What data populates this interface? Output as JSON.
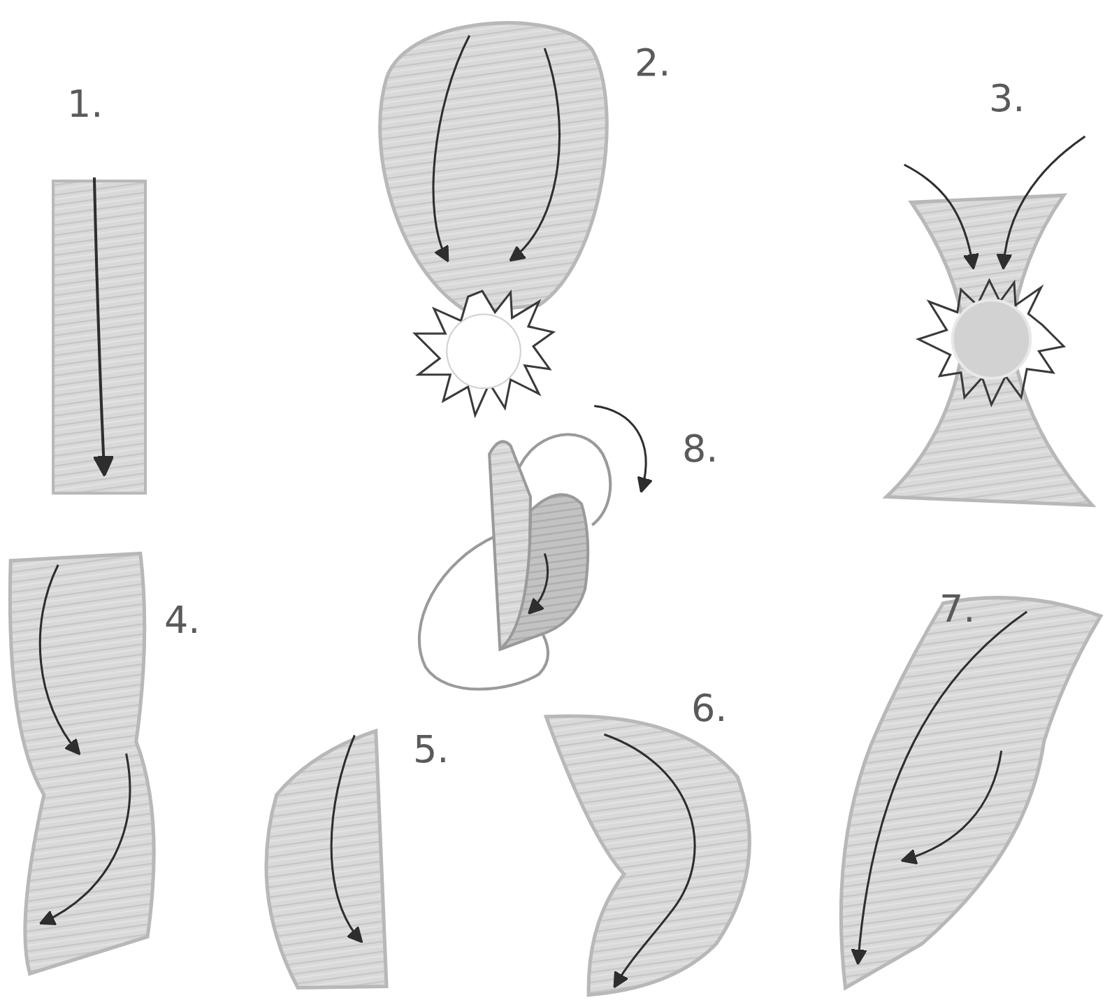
{
  "diagram": {
    "labels": [
      "1.",
      "2.",
      "3.",
      "4.",
      "5.",
      "6.",
      "7.",
      "8."
    ]
  }
}
